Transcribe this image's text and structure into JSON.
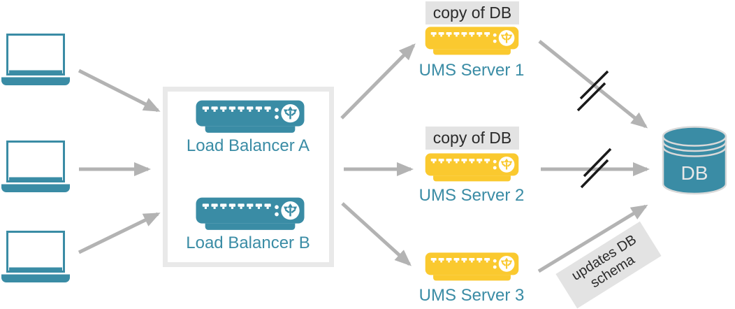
{
  "diagram_type": "load-balanced UMS server architecture",
  "colors": {
    "teal": "#3A8CA5",
    "yellow": "#FAC92F",
    "arrow_gray": "#B3B3B3",
    "label_background": "#E3E3E3",
    "box_border": "#E9E9E9",
    "slash_black": "#1A1A1A",
    "dark_text": "#2B2B2B"
  },
  "icons": {
    "client": "laptop-icon",
    "appliance": "rack-server-icon",
    "appliance_logo": "branch-arrows-icon",
    "database": "database-cylinder-icon"
  },
  "clients": {
    "count": 3
  },
  "load_balancer_box": {
    "servers": [
      {
        "label": "Load Balancer A"
      },
      {
        "label": "Load Balancer B"
      }
    ]
  },
  "ums_servers": [
    {
      "label": "UMS Server 1",
      "badge": "copy of DB"
    },
    {
      "label": "UMS Server 2",
      "badge": "copy of DB"
    },
    {
      "label": "UMS Server 3"
    }
  ],
  "database": {
    "label": "DB"
  },
  "annotation": {
    "line1": "updates DB",
    "line2": "schema"
  },
  "broken_links": {
    "count": 2,
    "meaning": "double slash marks on arrows from UMS Server 1 and UMS Server 2 to DB"
  }
}
